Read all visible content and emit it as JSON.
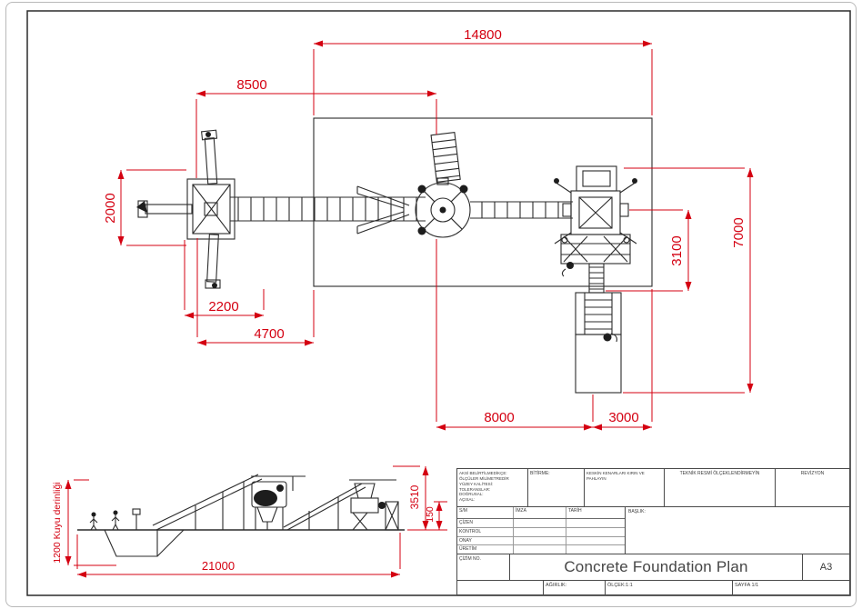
{
  "colors": {
    "dimension_red": "#d40011",
    "line_black": "#2b2b2b"
  },
  "plan": {
    "width_total": "14800",
    "width_left": "8500",
    "hopper_depth": "2000",
    "hopper_width": "2200",
    "apron_width": "4700",
    "height_total": "7000",
    "height_inner": "3100",
    "bottom_span_left": "8000",
    "bottom_span_right": "3000"
  },
  "elevation": {
    "total_length": "21000",
    "well_depth_note": "1200 Kuyu derinliği",
    "plant_height": "3510",
    "clearance": "150"
  },
  "title_block": {
    "notes": "AKSİ BELİRTİLMEDİKÇE:\nÖLÇÜLER MİLİMETREDİR\nYÜZEY KALİTESİ:\nTOLERANSLAR:\n DOĞRUSAL:\n AÇISAL:",
    "finish_label": "BİTİRME:",
    "edges_note": "KESKİN KENARLARI KIRIN VE PAHLAYIN",
    "do_not_scale": "TEKNİK RESMİ ÖLÇEKLENDİRMEYİN",
    "revision_label": "REVİZYON",
    "col_name": "S/M",
    "col_signature": "İMZA",
    "col_date": "TARİH",
    "row_drawn": "ÇİZEN",
    "row_checked": "KONTROL",
    "row_approved": "ONAY",
    "row_production": "ÜRETİM",
    "title_label": "BAŞLIK:",
    "drawing_no_label": "ÇİZİM NO.",
    "title": "Concrete Foundation Plan",
    "paper": "A3",
    "weight_label": "AĞIRLIK:",
    "scale_label": "ÖLÇEK:1:1",
    "sheet_label": "SAYFA 1/1"
  }
}
